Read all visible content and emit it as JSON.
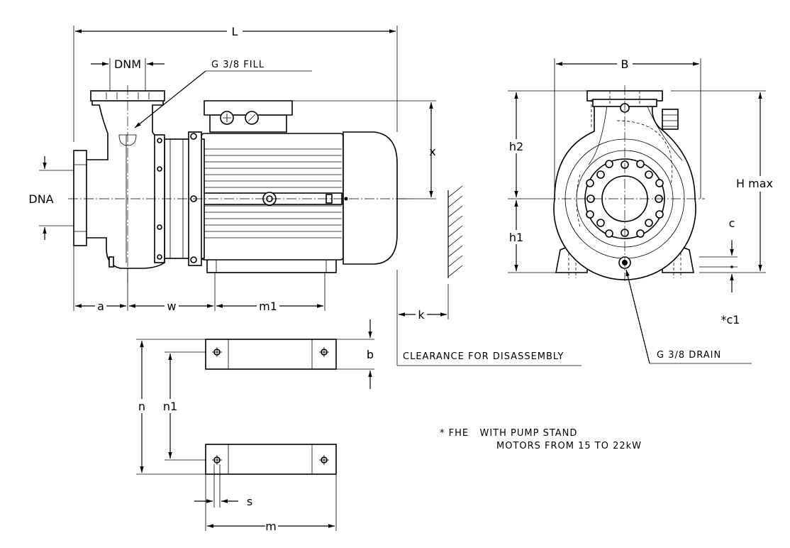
{
  "dimensions": {
    "L": "L",
    "DNM": "DNM",
    "DNA": "DNA",
    "B": "B",
    "h2": "h2",
    "h1": "h1",
    "Hmax": "H max",
    "x": "x",
    "c": "c",
    "c1": "*c1",
    "a": "a",
    "w": "w",
    "m1": "m1",
    "k": "k",
    "b": "b",
    "n": "n",
    "n1": "n1",
    "s": "s",
    "m": "m"
  },
  "callouts": {
    "fill": "G 3/8 FILL",
    "drain": "G 3/8 DRAIN",
    "clearance": "CLEARANCE FOR DISASSEMBLY"
  },
  "note": {
    "line1": "* FHE   WITH PUMP STAND",
    "line2": "MOTORS FROM 15 TO 22kW"
  }
}
